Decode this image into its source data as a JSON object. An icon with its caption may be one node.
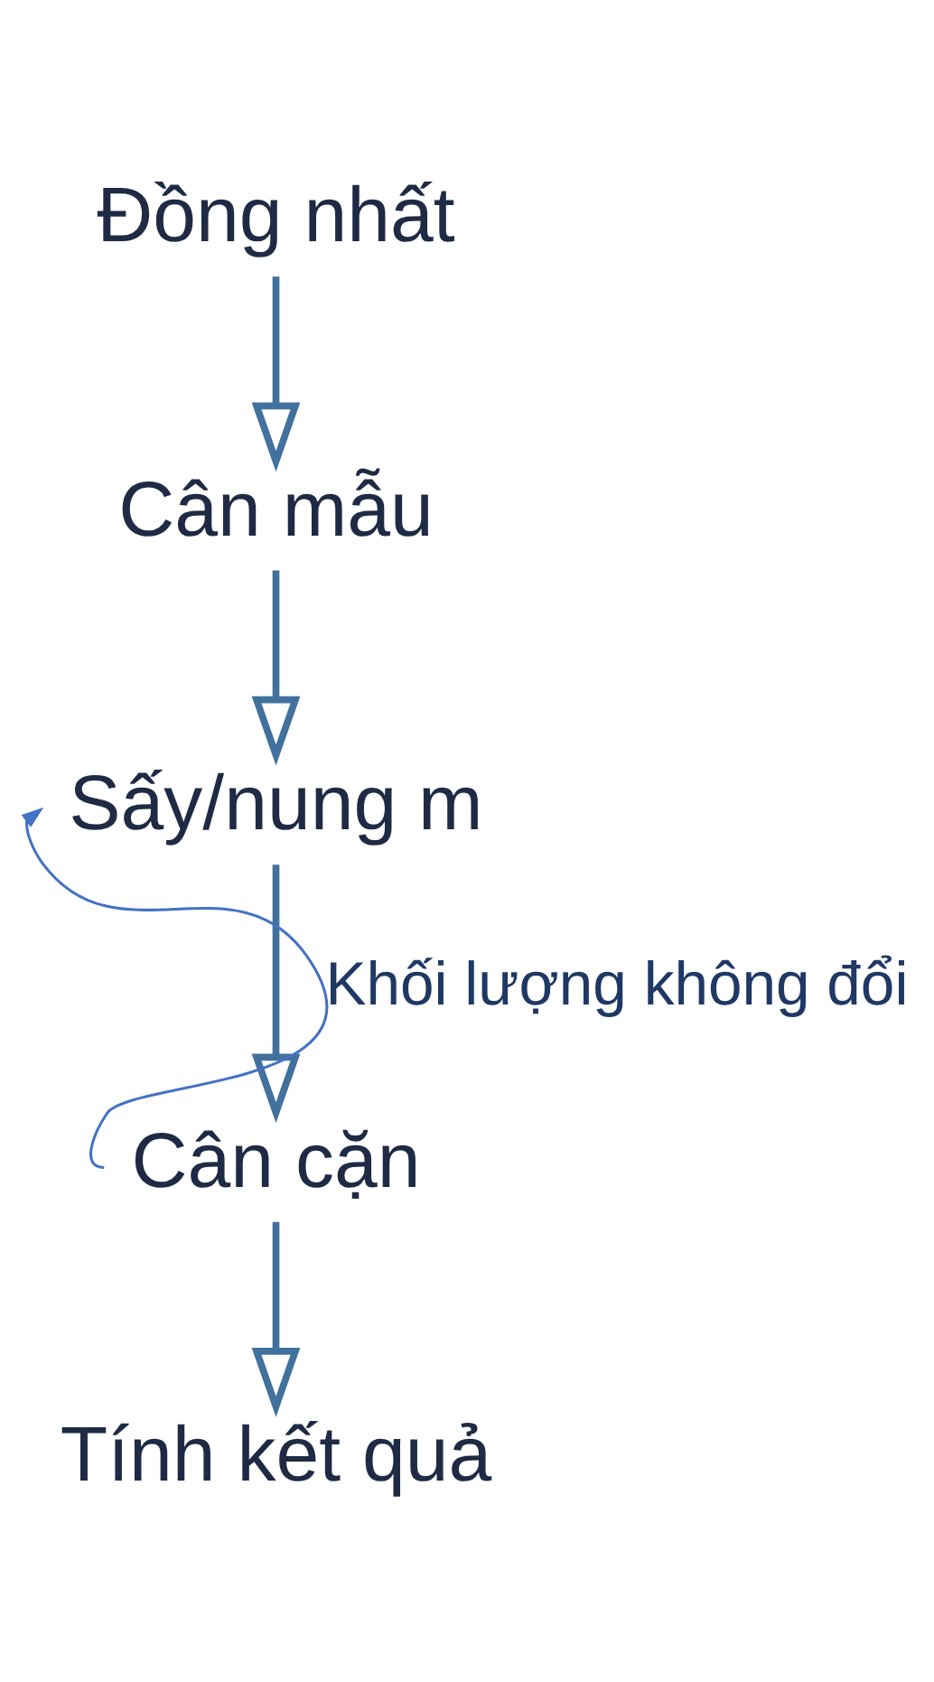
{
  "diagram": {
    "nodes": [
      {
        "text": [
          "Đồng nhất"
        ]
      },
      {
        "text": [
          "Cân mẫu"
        ]
      },
      {
        "text": [
          "Sấy/nung m"
        ]
      },
      {
        "text": [
          "Cân cặn"
        ]
      },
      {
        "text": [
          "Tính kết quả"
        ]
      }
    ],
    "edges": [
      {
        "from": 0,
        "to": 1,
        "arrow": "to"
      },
      {
        "from": 1,
        "to": 2,
        "arrow": "to"
      },
      {
        "from": 2,
        "to": 3,
        "arrow": "to"
      },
      {
        "from": 3,
        "to": 4,
        "arrow": "to"
      },
      {
        "from": 3,
        "to": 2,
        "arrow": "to",
        "label": "Khối lượng không đổi",
        "color": "#4472c4"
      }
    ]
  }
}
